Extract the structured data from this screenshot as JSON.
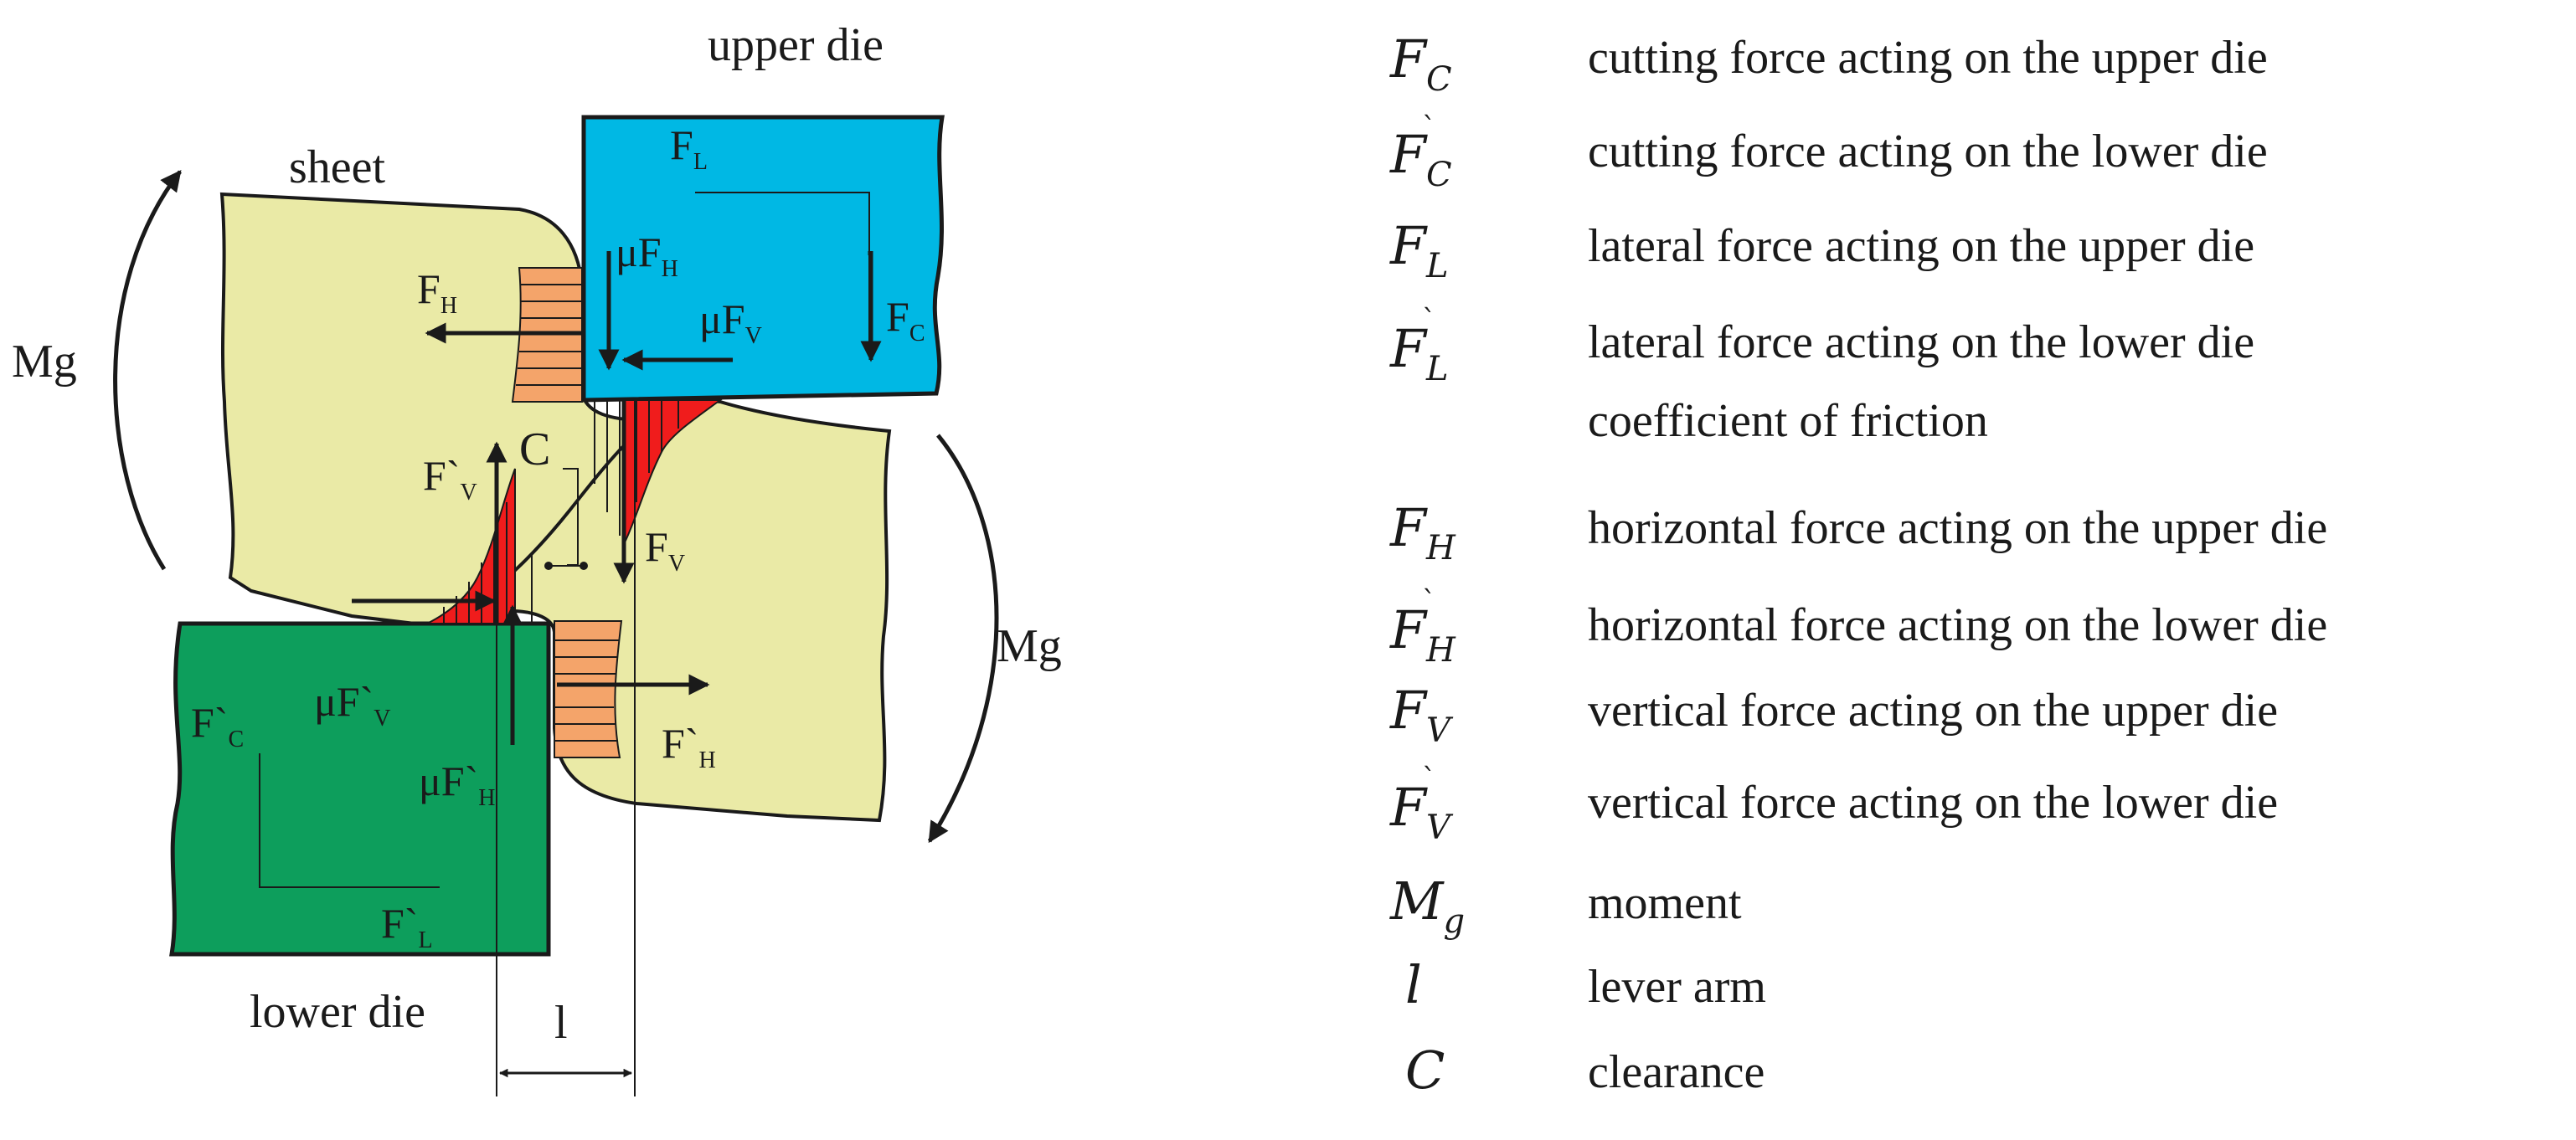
{
  "diagram": {
    "labels": {
      "upper_die": "upper die",
      "lower_die": "lower die",
      "sheet": "sheet",
      "moment_left": "Mg",
      "moment_right": "Mg",
      "clearance": "C",
      "lever_arm": "l"
    },
    "forces": [
      {
        "id": "FL",
        "base": "F",
        "sub": "L"
      },
      {
        "id": "FH",
        "base": "F",
        "sub": "H"
      },
      {
        "id": "muFH",
        "base": "μF",
        "sub": "H"
      },
      {
        "id": "muFV",
        "base": "μF",
        "sub": "V"
      },
      {
        "id": "FC",
        "base": "F",
        "sub": "C"
      },
      {
        "id": "FVp",
        "base": "F`",
        "sub": "V"
      },
      {
        "id": "FV",
        "base": "F",
        "sub": "V"
      },
      {
        "id": "muFVp",
        "base": "μF`",
        "sub": "V"
      },
      {
        "id": "FCp",
        "base": "F`",
        "sub": "C"
      },
      {
        "id": "muFHp",
        "base": "μF`",
        "sub": "H"
      },
      {
        "id": "FHp",
        "base": "F`",
        "sub": "H"
      },
      {
        "id": "FLp",
        "base": "F`",
        "sub": "L"
      }
    ],
    "colors": {
      "upper_die": "#00b8e4",
      "lower_die": "#0d9e5c",
      "sheet": "#eaeaa6",
      "pressure_red": "#f01c1c",
      "pressure_orange": "#f4a46a",
      "outline": "#1a1a1a"
    }
  },
  "legend": [
    {
      "symbol": "F",
      "sub": "C",
      "prime": false,
      "description": "cutting force acting on the upper die"
    },
    {
      "symbol": "F",
      "sub": "C",
      "prime": true,
      "description": "cutting force acting on the lower die"
    },
    {
      "symbol": "F",
      "sub": "L",
      "prime": false,
      "description": "lateral force acting on the upper die"
    },
    {
      "symbol": "F",
      "sub": "L",
      "prime": true,
      "description": "lateral force acting on the lower die",
      "extra_line": "coefficient of friction"
    },
    {
      "symbol": "F",
      "sub": "H",
      "prime": false,
      "description": "horizontal force acting on the upper die"
    },
    {
      "symbol": "F",
      "sub": "H",
      "prime": true,
      "description": "horizontal force acting on the lower die"
    },
    {
      "symbol": "F",
      "sub": "V",
      "prime": false,
      "description": "vertical force acting on the upper die"
    },
    {
      "symbol": "F",
      "sub": "V",
      "prime": true,
      "description": "vertical force acting on the lower die"
    },
    {
      "symbol": "M",
      "sub": "g",
      "prime": false,
      "description": "moment"
    },
    {
      "symbol": "l",
      "sub": "",
      "prime": false,
      "description": "lever arm"
    },
    {
      "symbol": "C",
      "sub": "",
      "prime": false,
      "description": "clearance"
    }
  ]
}
